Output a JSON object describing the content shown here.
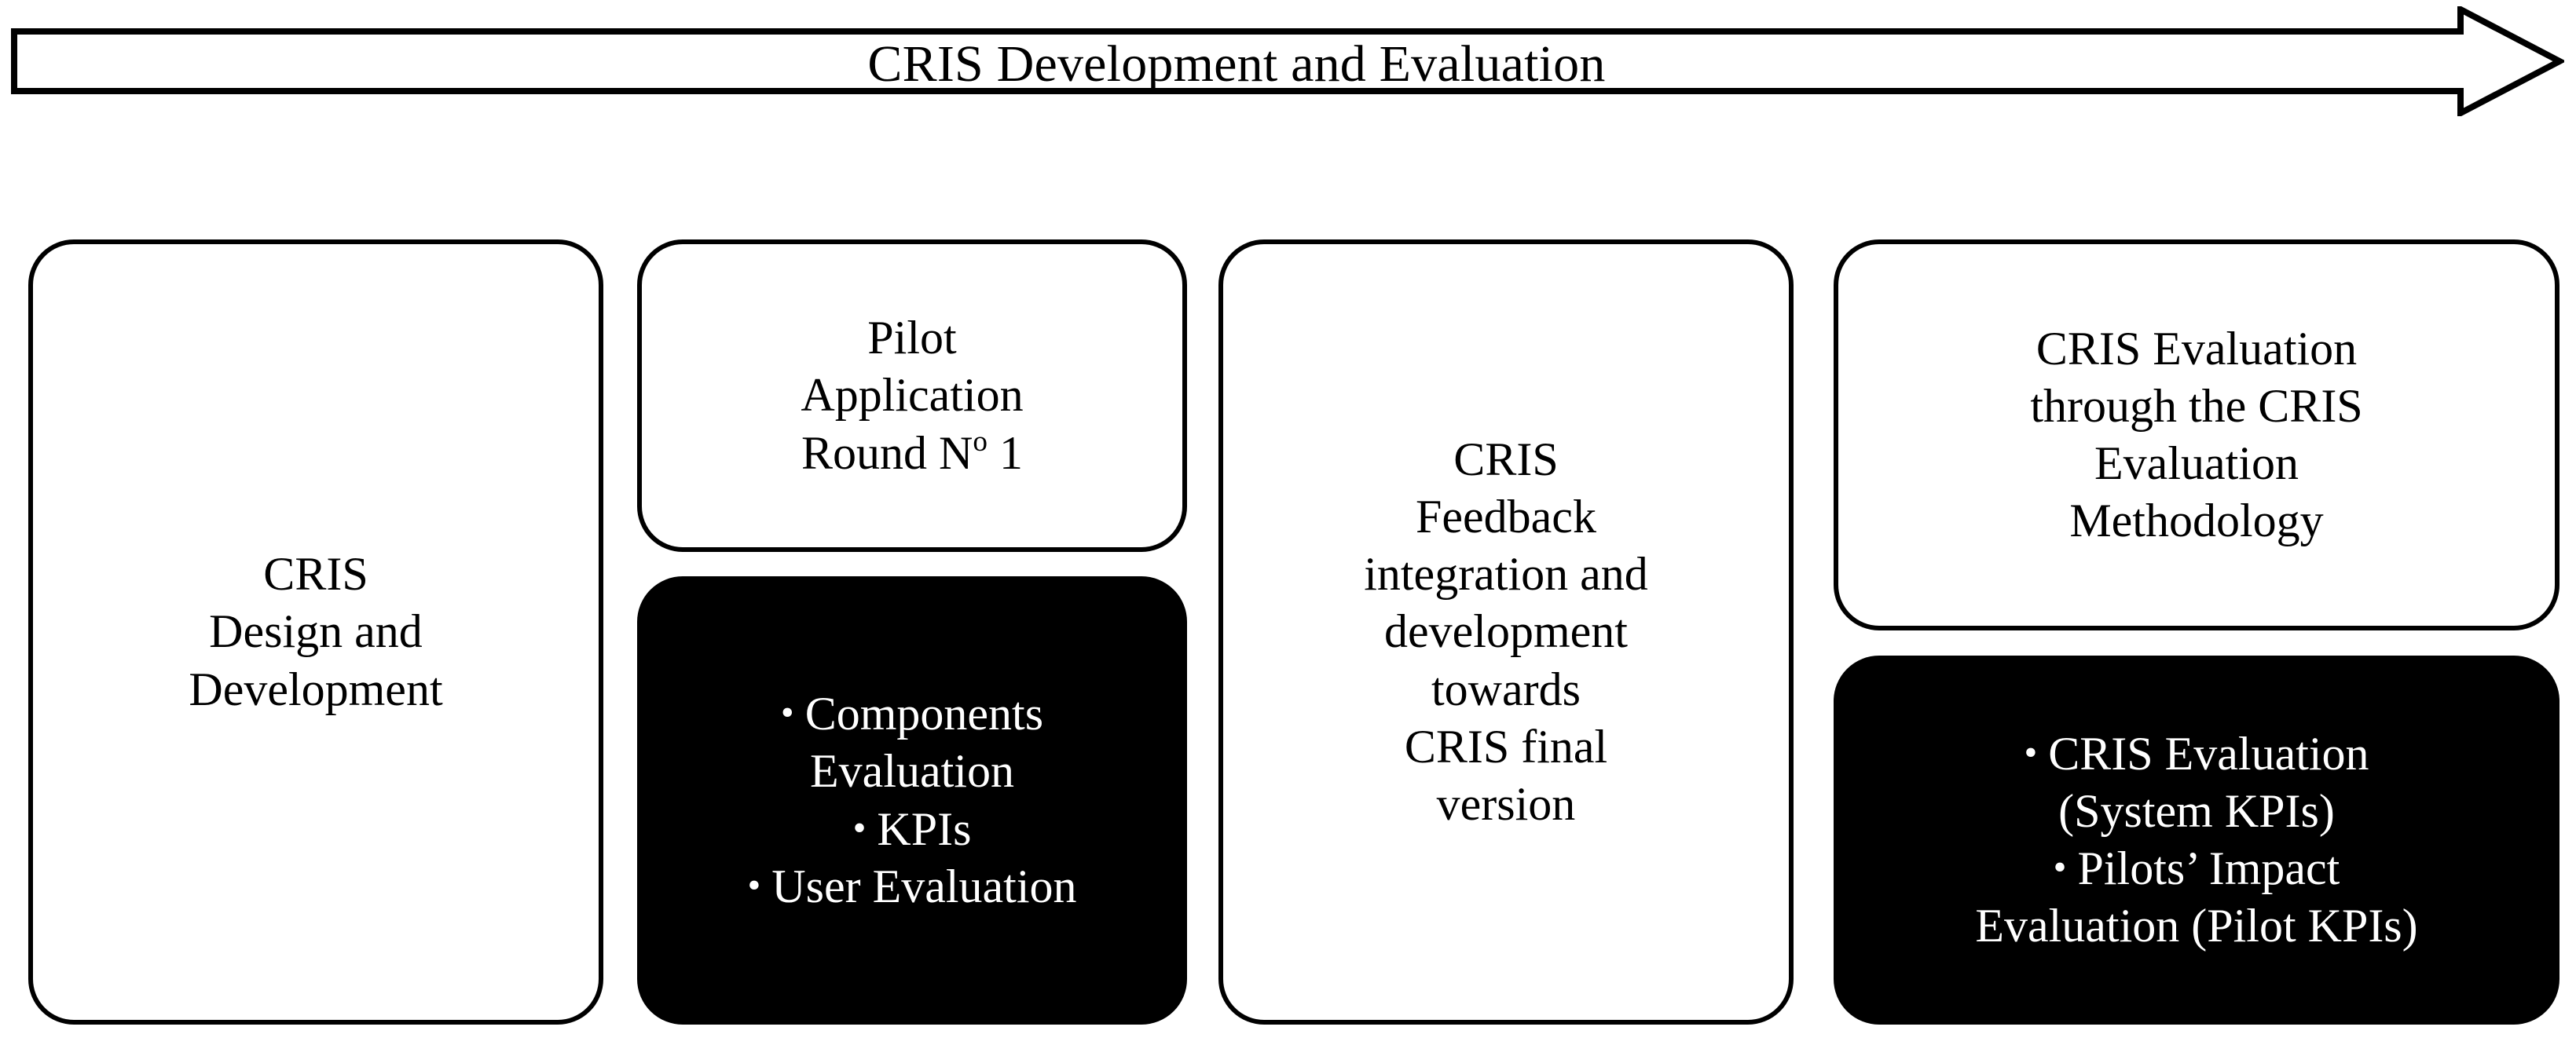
{
  "diagram": {
    "title_banner": {
      "label": "CRIS Development and Evaluation",
      "shape": "right-arrow",
      "stroke_color": "#000000",
      "fill_color": "#ffffff"
    },
    "columns": [
      {
        "id": "design-development",
        "boxes": [
          {
            "id": "cris-design-development",
            "style": "white",
            "text": "CRIS\nDesign and\nDevelopment"
          }
        ]
      },
      {
        "id": "pilot-round-1",
        "boxes": [
          {
            "id": "pilot-application-round-1",
            "style": "white",
            "text_line_1": "Pilot",
            "text_line_2": "Application",
            "text_line_3_prefix": "Round N",
            "text_line_3_sup": "o",
            "text_line_3_suffix": " 1"
          },
          {
            "id": "pilot-round-1-activities",
            "style": "black",
            "bullets": [
              "Components\nEvaluation",
              "KPIs",
              "User Evaluation"
            ],
            "bullet_glyph": "•"
          }
        ]
      },
      {
        "id": "feedback-integration",
        "boxes": [
          {
            "id": "cris-feedback-integration",
            "style": "white",
            "text": "CRIS\nFeedback\nintegration and\ndevelopment\ntowards\nCRIS final\nversion"
          }
        ]
      },
      {
        "id": "cris-evaluation",
        "boxes": [
          {
            "id": "cris-evaluation-methodology",
            "style": "white",
            "text": "CRIS Evaluation\nthrough the CRIS\nEvaluation\nMethodology"
          },
          {
            "id": "cris-evaluation-activities",
            "style": "black",
            "bullets": [
              "CRIS Evaluation\n(System KPIs)",
              "Pilots’ Impact\nEvaluation (Pilot KPIs)"
            ],
            "bullet_glyph": "•"
          }
        ]
      }
    ],
    "colors": {
      "stroke": "#000000",
      "white_fill": "#ffffff",
      "black_fill": "#000000",
      "white_text": "#ffffff",
      "black_text": "#000000"
    }
  }
}
